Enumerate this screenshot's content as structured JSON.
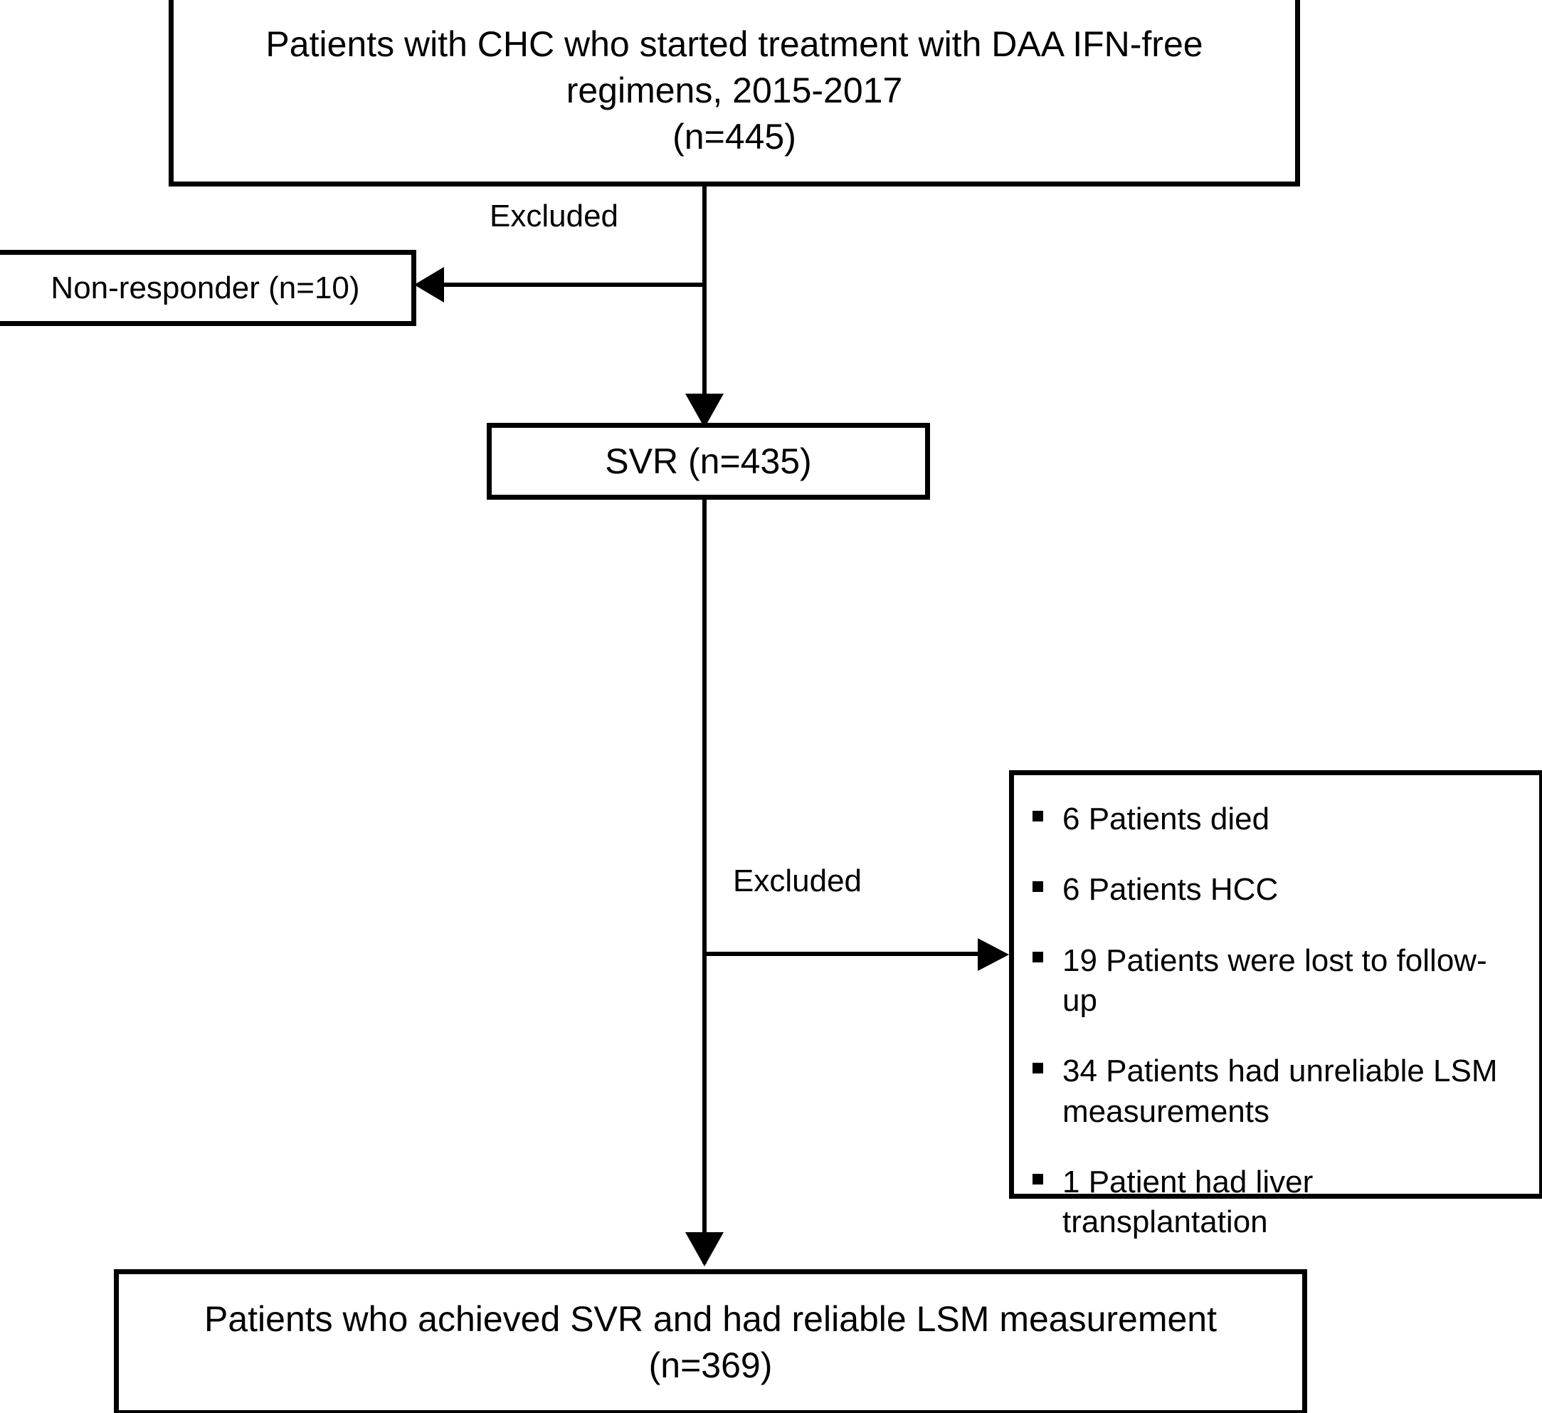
{
  "diagram": {
    "title": "Patient flow diagram (CONSORT-style)",
    "nodes": {
      "enrolled": {
        "text": "Patients with CHC who started treatment with DAA IFN-free\nregimens, 2015-2017\n(n=445)",
        "n": 445
      },
      "non_responder": {
        "text": "Non-responder (n=10)",
        "n": 10
      },
      "svr": {
        "text": "SVR (n=435)",
        "n": 435
      },
      "final": {
        "text": "Patients who achieved SVR and had reliable LSM measurement\n(n=369)",
        "n": 369
      }
    },
    "edge_labels": {
      "excluded_1": "Excluded",
      "excluded_2": "Excluded"
    },
    "exclusions": [
      {
        "text": "6 Patients died",
        "n": 6
      },
      {
        "text": "6 Patients HCC",
        "n": 6
      },
      {
        "text": "19 Patients were lost to follow-up",
        "n": 19
      },
      {
        "text": "34 Patients had unreliable LSM measurements",
        "n": 34
      },
      {
        "text": "1 Patient had liver transplantation",
        "n": 1
      }
    ],
    "colors": {
      "stroke": "#000000",
      "fill": "#ffffff",
      "text": "#000000"
    }
  }
}
